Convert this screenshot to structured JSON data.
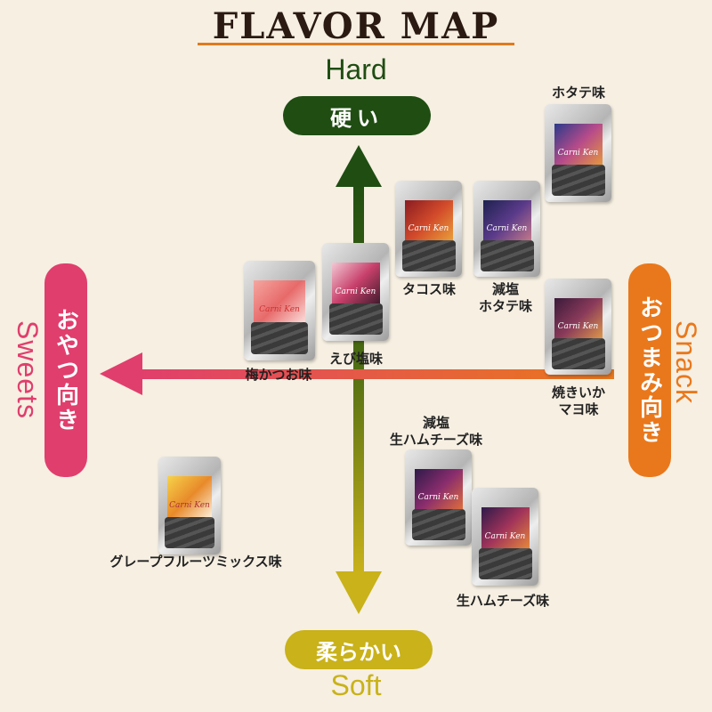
{
  "title": "FLAVOR MAP",
  "axes": {
    "top": {
      "en": "Hard",
      "jp": "硬い",
      "color": "#1f4d12"
    },
    "bottom": {
      "en": "Soft",
      "jp": "柔らかい",
      "color": "#c9b21a"
    },
    "left": {
      "en": "Sweets",
      "jp": "おやつ向き",
      "color": "#e03e6d"
    },
    "right": {
      "en": "Snack",
      "jp": "おつまみ向き",
      "color": "#e9781c"
    }
  },
  "products": [
    {
      "name": "ホタテ味",
      "label_color": "#3a3f8a"
    },
    {
      "name": "タコス味",
      "label_color": "#b8322a"
    },
    {
      "name": "減塩\nホタテ味",
      "label_color": "#2d2f63"
    },
    {
      "name": "えび塩味",
      "label_color": "#c7406b"
    },
    {
      "name": "梅かつお味",
      "label_color": "#e76a6a"
    },
    {
      "name": "焼きいか\nマヨ味",
      "label_color": "#6b2f4f"
    },
    {
      "name": "減塩\n生ハムチーズ味",
      "label_color": "#6a2d6d"
    },
    {
      "name": "生ハムチーズ味",
      "label_color": "#7b2456"
    },
    {
      "name": "グレープフルーツミックス味",
      "label_color": "#e88a2a"
    }
  ],
  "brand": "Carni Ken"
}
